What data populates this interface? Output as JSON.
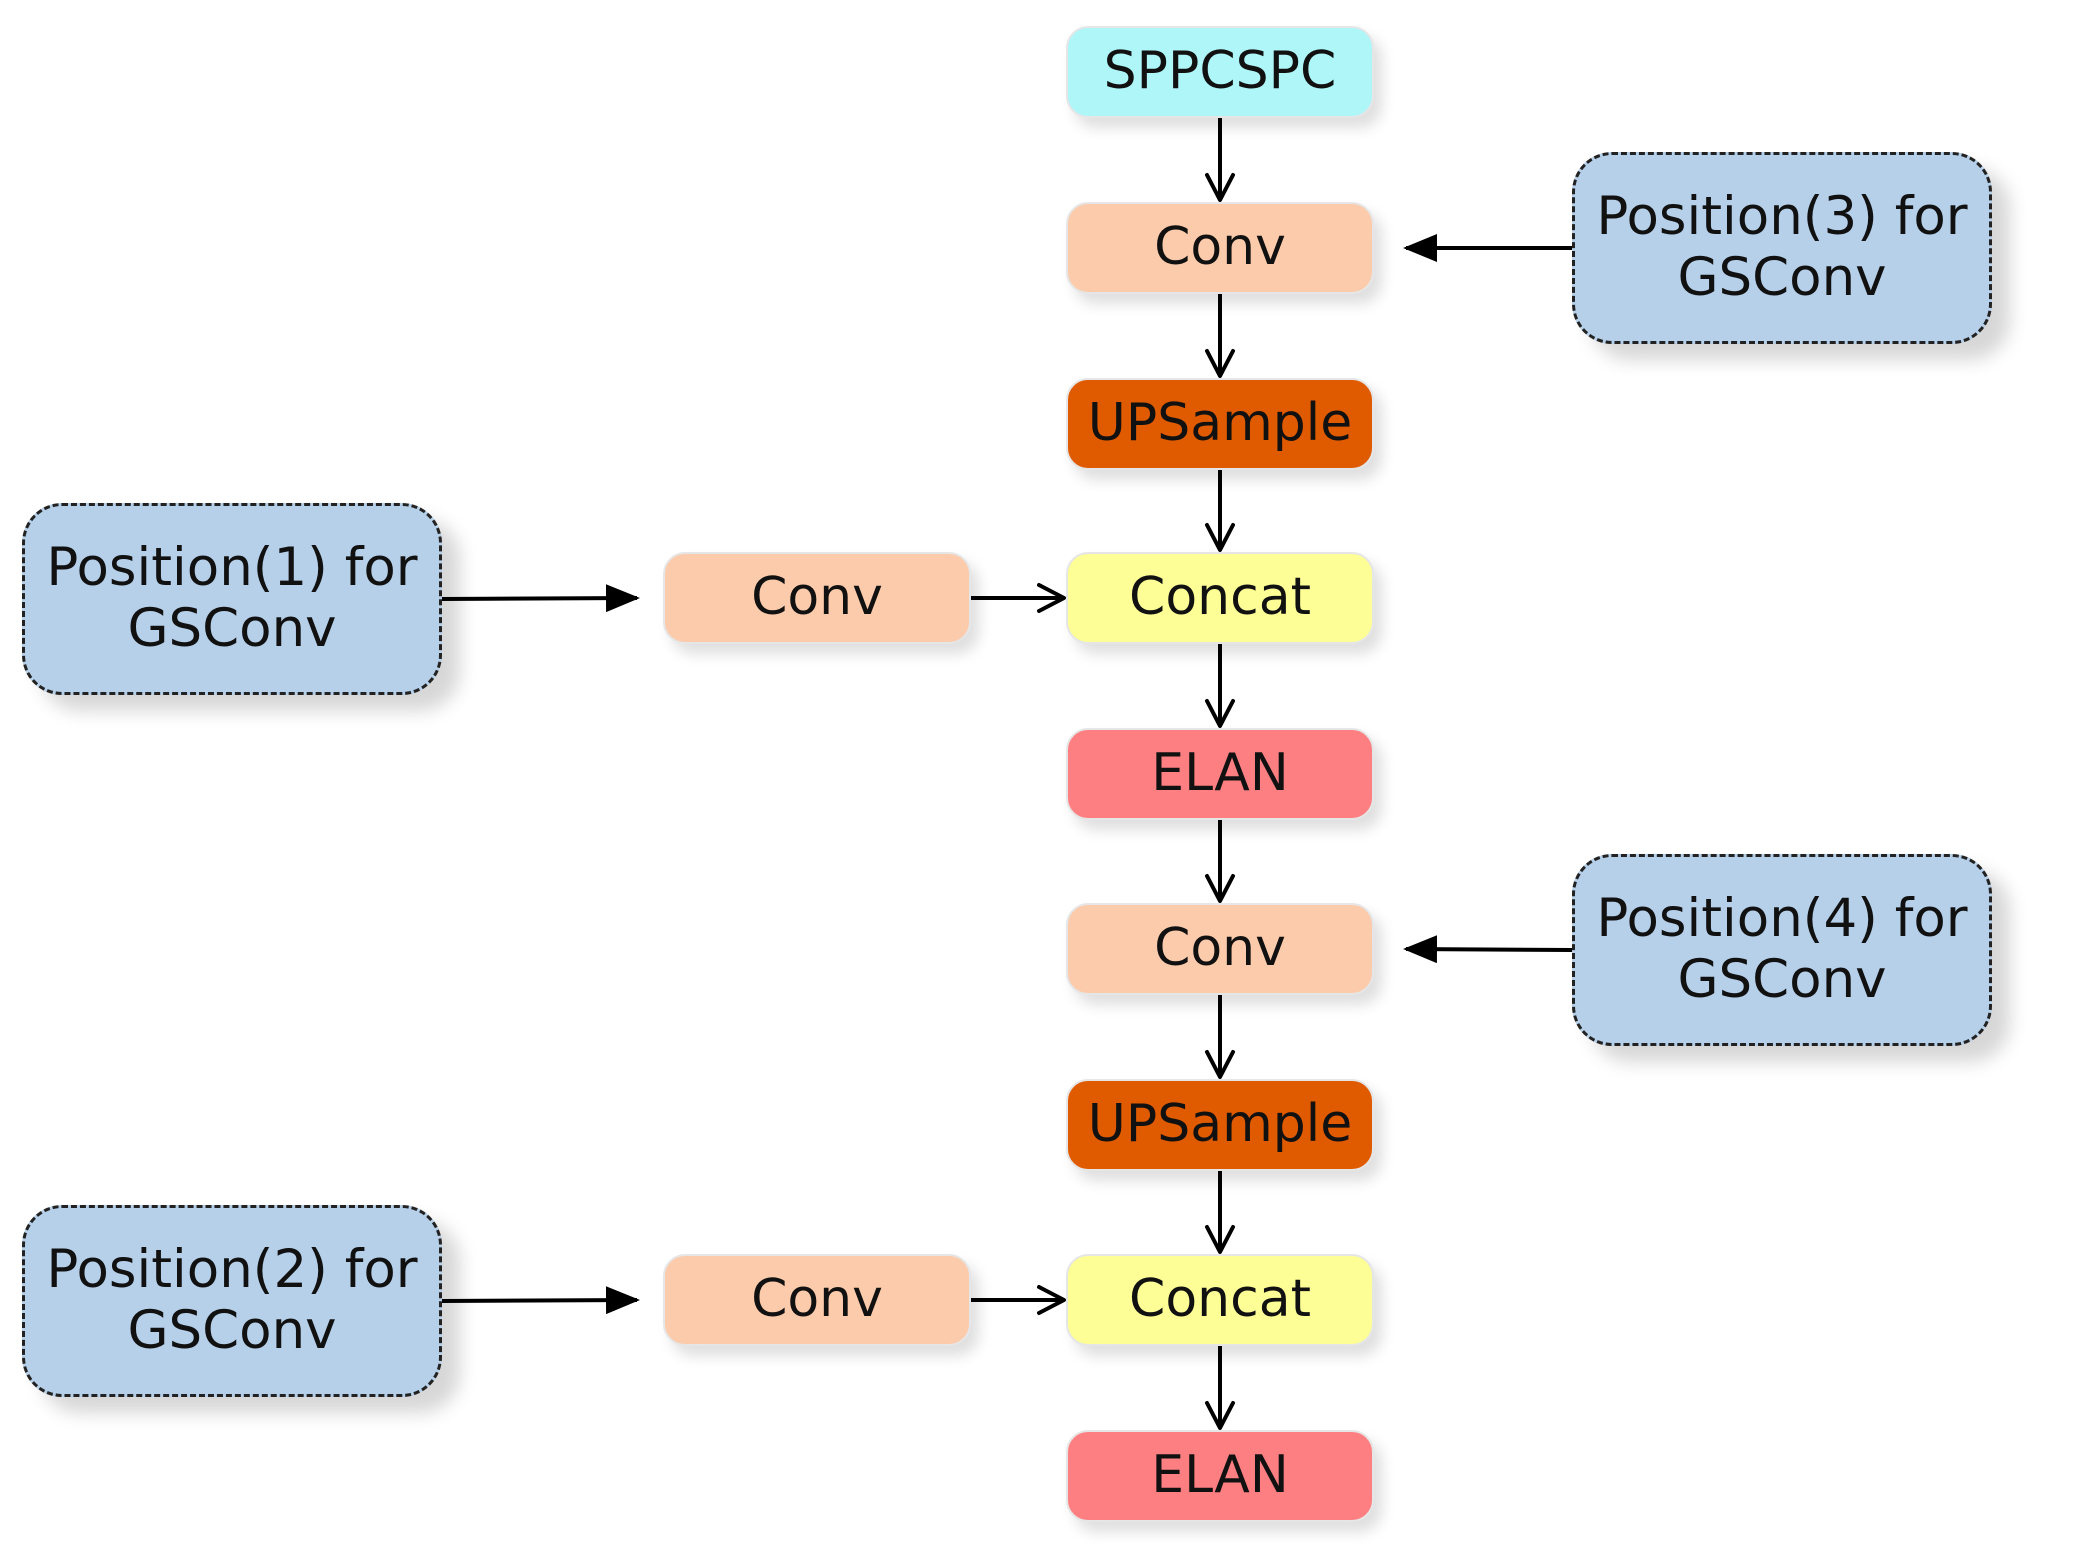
{
  "diagram": {
    "colors": {
      "sppcspc": "#aef6f8",
      "conv": "#fccbab",
      "upsample": "#e05a00",
      "concat": "#fdfe96",
      "elan": "#fe7f82",
      "position": "#b6d0ea",
      "border_dashed": "#222222",
      "edge": "#000000"
    },
    "nodes": {
      "sppcspc": "SPPCSPC",
      "conv_1": "Conv",
      "upsample_1": "UPSample",
      "concat_1": "Concat",
      "elan_1": "ELAN",
      "conv_2": "Conv",
      "upsample_2": "UPSample",
      "concat_2": "Concat",
      "elan_2": "ELAN",
      "conv_side_1": "Conv",
      "conv_side_2": "Conv"
    },
    "positions": {
      "p1": {
        "line1": "Position(1) for",
        "line2": "GSConv"
      },
      "p2": {
        "line1": "Position(2) for",
        "line2": "GSConv"
      },
      "p3": {
        "line1": "Position(3) for",
        "line2": "GSConv"
      },
      "p4": {
        "line1": "Position(4) for",
        "line2": "GSConv"
      }
    },
    "edges": [
      {
        "from": "sppcspc",
        "to": "conv_1",
        "style": "open"
      },
      {
        "from": "conv_1",
        "to": "upsample_1",
        "style": "open"
      },
      {
        "from": "upsample_1",
        "to": "concat_1",
        "style": "open"
      },
      {
        "from": "conv_side_1",
        "to": "concat_1",
        "style": "open"
      },
      {
        "from": "concat_1",
        "to": "elan_1",
        "style": "open"
      },
      {
        "from": "elan_1",
        "to": "conv_2",
        "style": "open"
      },
      {
        "from": "conv_2",
        "to": "upsample_2",
        "style": "open"
      },
      {
        "from": "upsample_2",
        "to": "concat_2",
        "style": "open"
      },
      {
        "from": "conv_side_2",
        "to": "concat_2",
        "style": "open"
      },
      {
        "from": "concat_2",
        "to": "elan_2",
        "style": "open"
      },
      {
        "from": "p1",
        "to": "conv_side_1",
        "style": "solid"
      },
      {
        "from": "p2",
        "to": "conv_side_2",
        "style": "solid"
      },
      {
        "from": "p3",
        "to": "conv_1",
        "style": "solid"
      },
      {
        "from": "p4",
        "to": "conv_2",
        "style": "solid"
      }
    ]
  }
}
